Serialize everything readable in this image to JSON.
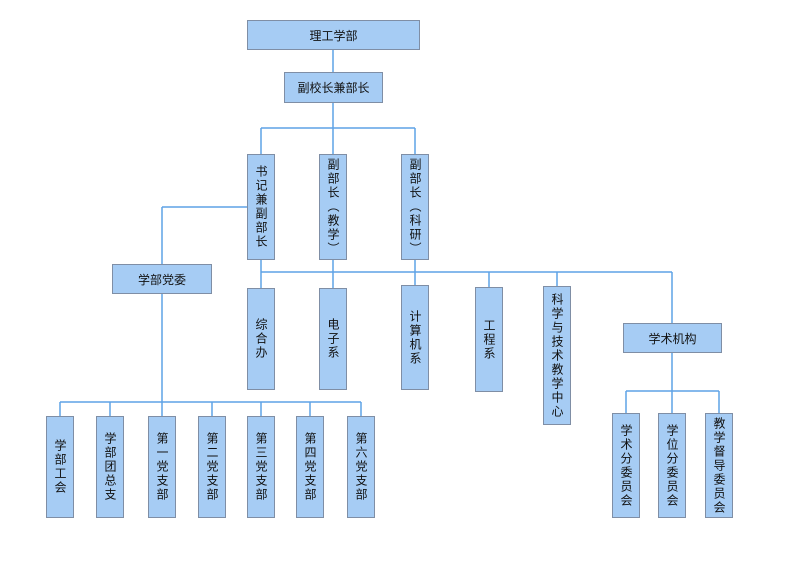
{
  "org": {
    "root": "理工学部",
    "vice_president": "副校长兼部长",
    "secretary": "书记兼副部长",
    "vice_teaching": "副部长（教学）",
    "vice_research": "副部长（科研）",
    "party_committee": "学部党委",
    "academic_bodies": "学术机构",
    "departments": [
      "综合办",
      "电子系",
      "计算机系",
      "工程系",
      "科学与技术教学中心"
    ],
    "party_units": [
      "学部工会",
      "学部团总支",
      "第一党支部",
      "第二党支部",
      "第三党支部",
      "第四党支部",
      "第六党支部"
    ],
    "committees": [
      "学术分委员会",
      "学位分委员会",
      "教学督导委员会"
    ]
  },
  "colors": {
    "box_fill": "#a6ccf4",
    "box_border": "#7f8ea5",
    "connector": "#5ea2e6"
  }
}
